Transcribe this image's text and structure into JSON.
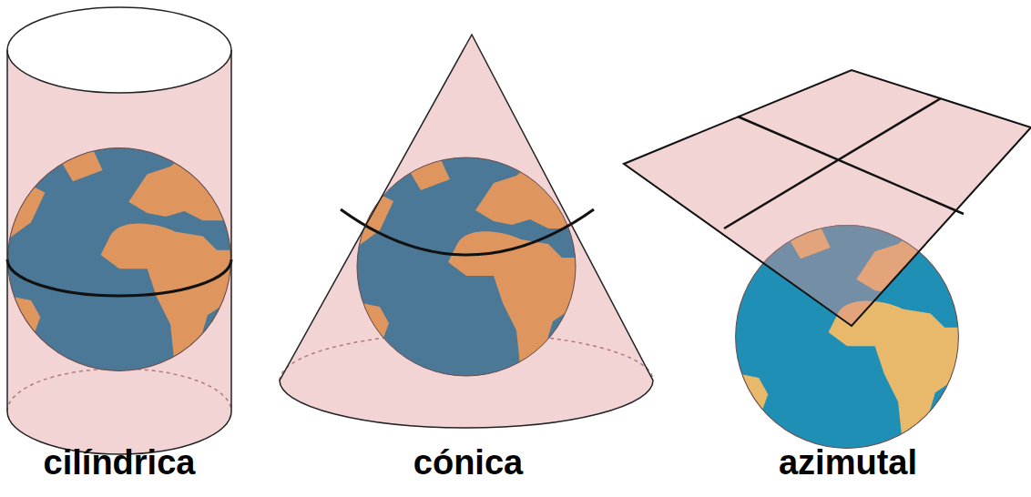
{
  "diagram": {
    "labels": [
      "cilíndrica",
      "cónica",
      "azimutal"
    ]
  }
}
